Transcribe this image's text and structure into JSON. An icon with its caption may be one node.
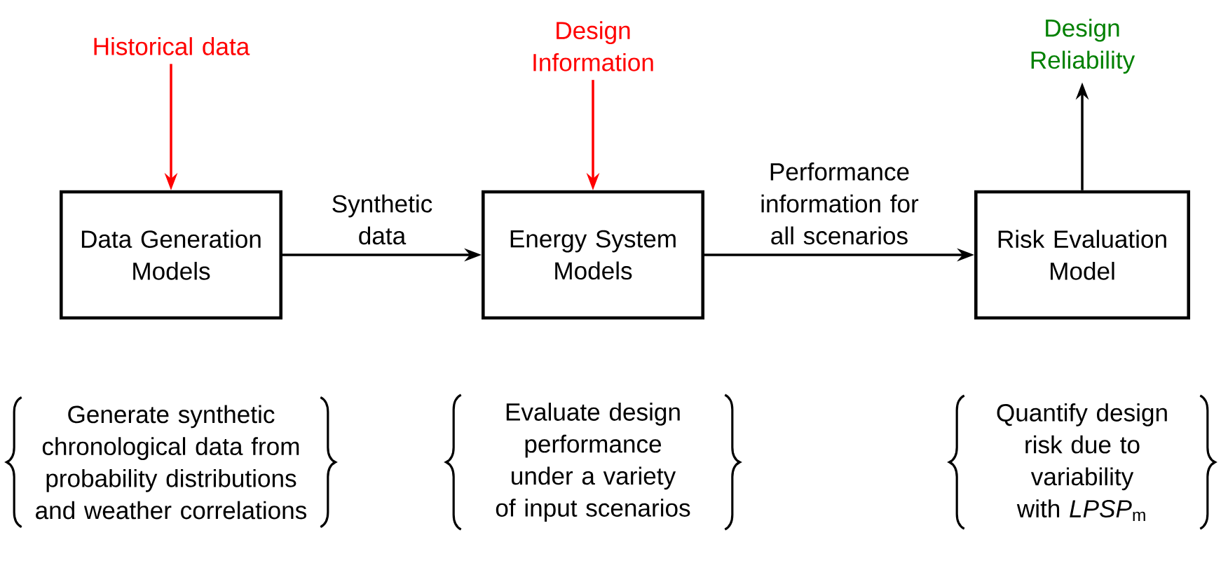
{
  "diagram": {
    "nodes": [
      {
        "text": [
          "Historical data"
        ]
      },
      {
        "text": [
          "Data Generation Models"
        ],
        "beside": [
          "Generate synthetic chronological data from probability distributions and weather correlations"
        ]
      },
      {
        "text": [
          "Design Information"
        ]
      },
      {
        "text": [
          "Energy System Models"
        ],
        "beside": [
          "Evaluate design performance under a variety of input scenarios"
        ]
      },
      {
        "text": [
          "Design Reliability"
        ]
      },
      {
        "text": [
          "Risk Evaluation Model"
        ],
        "beside": [
          "Quantify design risk due to variability with *LPSP*$_{m}$"
        ]
      }
    ],
    "edges": [
      {
        "from": 0,
        "to": 1,
        "arrow": "to",
        "color": "#ff0000"
      },
      {
        "from": 1,
        "to": 3,
        "arrow": "to",
        "label": "Synthetic data"
      },
      {
        "from": 2,
        "to": 3,
        "arrow": "to",
        "color": "#ff0000"
      },
      {
        "from": 3,
        "to": 5,
        "arrow": "to",
        "label": "Performance information for all scenarios"
      },
      {
        "from": 5,
        "to": 4,
        "arrow": "to"
      }
    ]
  }
}
